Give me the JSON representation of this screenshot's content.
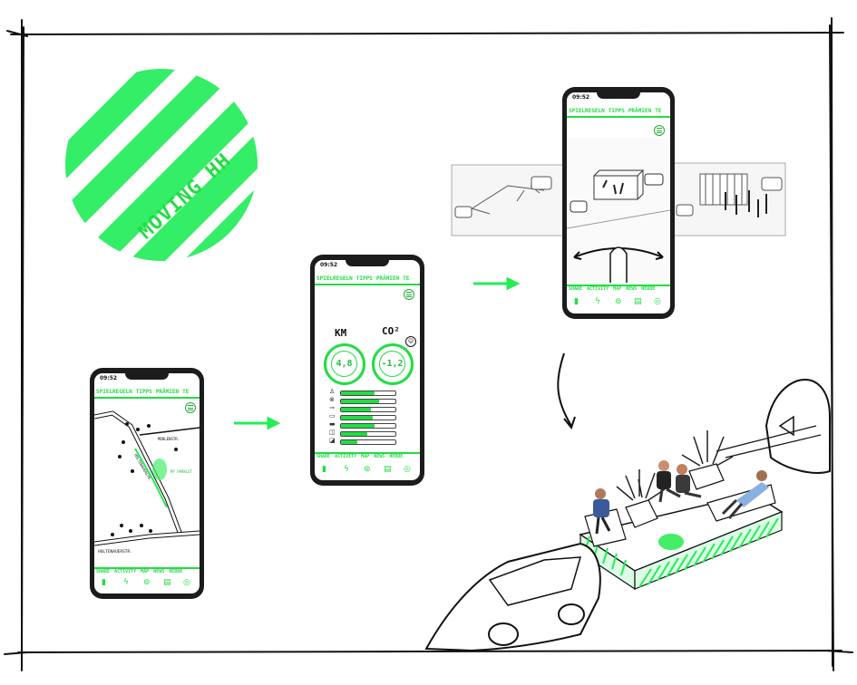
{
  "brand": {
    "logo_text": "MOVING HH",
    "accent_color": "#22ee55"
  },
  "phone_map": {
    "time": "09:52",
    "tabs": [
      "SPIELREGELN",
      "TIPPS",
      "PRÄMIEN",
      "TE"
    ],
    "streets": [
      "MÜHLENSTR.",
      "HOLTENAUERSTR.",
      "HOLTENAUERSTR."
    ],
    "marker_label": "MY PARKLET",
    "bottom_nav": [
      "SHARE",
      "ACTIVITY",
      "MAP",
      "NEWS",
      "HEROE"
    ],
    "icons": [
      "bar-chart-icon",
      "lightning-icon",
      "map-pin-icon",
      "newspaper-icon",
      "avatar-icon"
    ]
  },
  "phone_stats": {
    "time": "09:52",
    "tabs": [
      "SPIELREGELN",
      "TIPPS",
      "PRÄMIEN",
      "TE"
    ],
    "km_label": "KM",
    "co2_label": "CO²",
    "km_value": "4,8",
    "co2_value": "-1,2",
    "bars": [
      {
        "icon": "walk-icon",
        "level": 0.62
      },
      {
        "icon": "bike-icon",
        "level": 0.7
      },
      {
        "icon": "scooter-icon",
        "level": 0.55
      },
      {
        "icon": "bus-icon",
        "level": 0.58
      },
      {
        "icon": "train-icon",
        "level": 0.62
      },
      {
        "icon": "car-icon",
        "level": 0.48
      },
      {
        "icon": "car-share-icon",
        "level": 0.3
      }
    ],
    "bottom_nav": [
      "SHARE",
      "ACTIVITY",
      "MAP",
      "NEWS",
      "HEROE"
    ],
    "icons": [
      "bar-chart-icon",
      "lightning-icon",
      "map-pin-icon",
      "newspaper-icon",
      "avatar-icon"
    ]
  },
  "phone_scene": {
    "time": "09:52",
    "tabs": [
      "SPIELREGELN",
      "TIPPS",
      "PRÄMIEN",
      "TE"
    ],
    "bottom_nav": [
      "SHARE",
      "ACTIVITY",
      "MAP",
      "NEWS",
      "HEROE"
    ],
    "icons": [
      "bar-chart-icon",
      "lightning-icon",
      "map-pin-icon",
      "newspaper-icon",
      "avatar-icon"
    ]
  }
}
